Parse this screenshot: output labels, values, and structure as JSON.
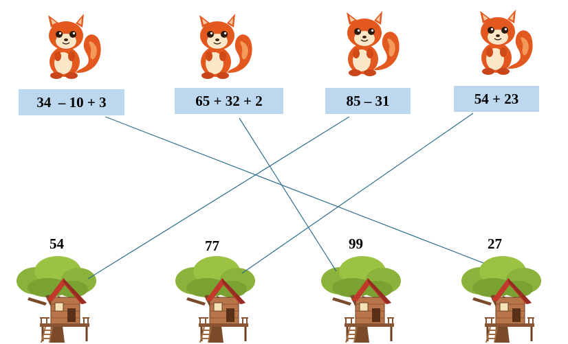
{
  "expressions": [
    "34  – 10 + 3",
    "65 + 32 + 2",
    "85 – 31",
    "54 + 23"
  ],
  "answers": [
    "54",
    "77",
    "99",
    "27"
  ],
  "matches": [
    {
      "expression": "34  – 10 + 3",
      "answer": "27"
    },
    {
      "expression": "65 + 32 + 2",
      "answer": "99"
    },
    {
      "expression": "85 – 31",
      "answer": "54"
    },
    {
      "expression": "54 + 23",
      "answer": "77"
    }
  ],
  "icons": {
    "character": "squirrel-icon",
    "target": "treehouse-icon"
  },
  "colors": {
    "box": "#bdd7ee",
    "line": "#2e6f8e",
    "squirrel": "#e2581f",
    "roof": "#c0392b",
    "foliage": "#8bb23a"
  }
}
